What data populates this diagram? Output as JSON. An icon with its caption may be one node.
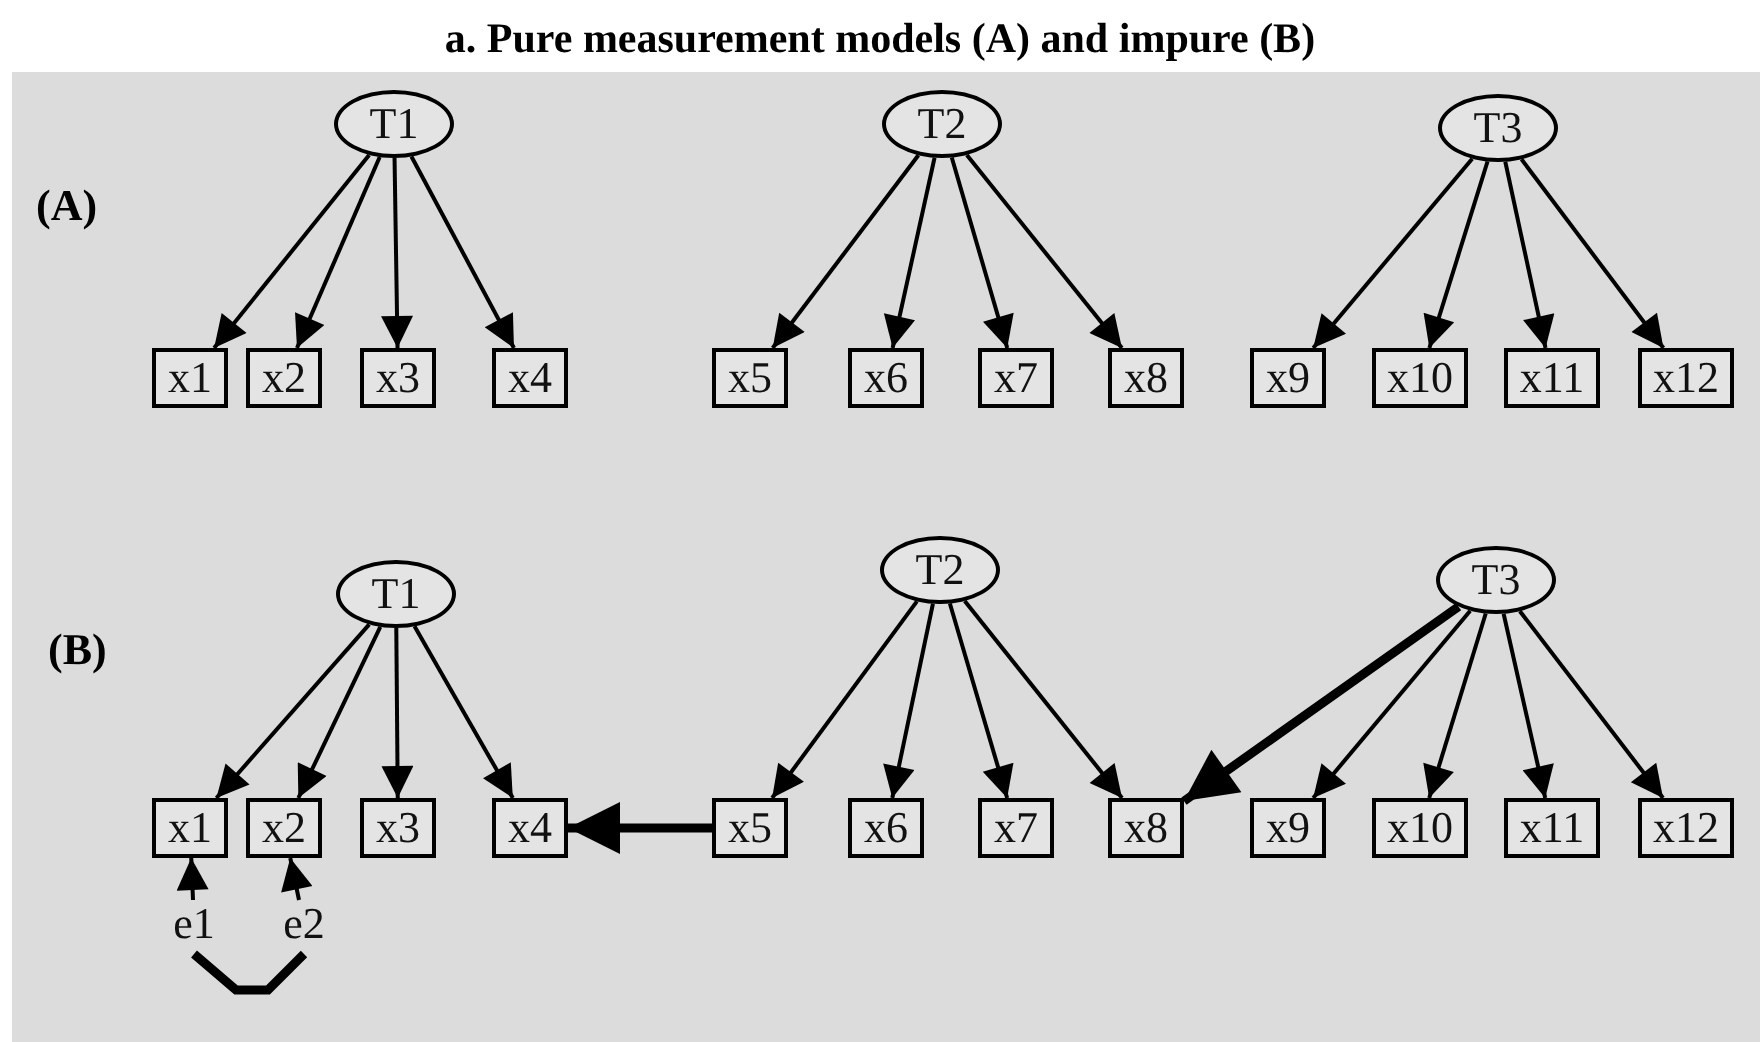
{
  "diagram": {
    "title": "a. Pure measurement models (A) and impure (B)",
    "nodes": [
      {
        "text": [
          "T1"
        ]
      },
      {
        "text": [
          "T2"
        ]
      },
      {
        "text": [
          "T3"
        ]
      },
      {
        "text": [
          "x1"
        ]
      },
      {
        "text": [
          "x2"
        ]
      },
      {
        "text": [
          "x3"
        ]
      },
      {
        "text": [
          "x4"
        ]
      },
      {
        "text": [
          "x5"
        ]
      },
      {
        "text": [
          "x6"
        ]
      },
      {
        "text": [
          "x7"
        ]
      },
      {
        "text": [
          "x8"
        ]
      },
      {
        "text": [
          "x9"
        ]
      },
      {
        "text": [
          "x10"
        ]
      },
      {
        "text": [
          "x11"
        ]
      },
      {
        "text": [
          "x12"
        ]
      },
      {
        "text": [
          "T1"
        ]
      },
      {
        "text": [
          "T2"
        ]
      },
      {
        "text": [
          "T3"
        ]
      },
      {
        "text": [
          "x1"
        ]
      },
      {
        "text": [
          "x2"
        ]
      },
      {
        "text": [
          "x3"
        ]
      },
      {
        "text": [
          "x4"
        ]
      },
      {
        "text": [
          "x5"
        ]
      },
      {
        "text": [
          "x6"
        ]
      },
      {
        "text": [
          "x7"
        ]
      },
      {
        "text": [
          "x8"
        ]
      },
      {
        "text": [
          "x9"
        ]
      },
      {
        "text": [
          "x10"
        ]
      },
      {
        "text": [
          "x11"
        ]
      },
      {
        "text": [
          "x12"
        ]
      },
      {
        "text": [
          "e1"
        ]
      },
      {
        "text": [
          "e2"
        ]
      }
    ],
    "edges": [
      {
        "from": 0,
        "to": 3,
        "arrow": "to"
      },
      {
        "from": 0,
        "to": 4,
        "arrow": "to"
      },
      {
        "from": 0,
        "to": 5,
        "arrow": "to"
      },
      {
        "from": 0,
        "to": 6,
        "arrow": "to"
      },
      {
        "from": 1,
        "to": 7,
        "arrow": "to"
      },
      {
        "from": 1,
        "to": 8,
        "arrow": "to"
      },
      {
        "from": 1,
        "to": 9,
        "arrow": "to"
      },
      {
        "from": 1,
        "to": 10,
        "arrow": "to"
      },
      {
        "from": 2,
        "to": 11,
        "arrow": "to"
      },
      {
        "from": 2,
        "to": 12,
        "arrow": "to"
      },
      {
        "from": 2,
        "to": 13,
        "arrow": "to"
      },
      {
        "from": 2,
        "to": 14,
        "arrow": "to"
      },
      {
        "from": 15,
        "to": 18,
        "arrow": "to"
      },
      {
        "from": 15,
        "to": 19,
        "arrow": "to"
      },
      {
        "from": 15,
        "to": 20,
        "arrow": "to"
      },
      {
        "from": 15,
        "to": 21,
        "arrow": "to"
      },
      {
        "from": 16,
        "to": 22,
        "arrow": "to"
      },
      {
        "from": 16,
        "to": 23,
        "arrow": "to"
      },
      {
        "from": 16,
        "to": 24,
        "arrow": "to"
      },
      {
        "from": 16,
        "to": 25,
        "arrow": "to"
      },
      {
        "from": 17,
        "to": 25,
        "arrow": "to",
        "style": "thick"
      },
      {
        "from": 17,
        "to": 26,
        "arrow": "to"
      },
      {
        "from": 17,
        "to": 27,
        "arrow": "to"
      },
      {
        "from": 17,
        "to": 28,
        "arrow": "to"
      },
      {
        "from": 17,
        "to": 29,
        "arrow": "to"
      },
      {
        "from": 22,
        "to": 21,
        "arrow": "to",
        "style": "thick"
      },
      {
        "from": 30,
        "to": 18,
        "arrow": "to"
      },
      {
        "from": 31,
        "to": 19,
        "arrow": "to"
      },
      {
        "from": 30,
        "to": 31,
        "arrow": "none",
        "style": "thick"
      }
    ],
    "labels": [
      "(A)",
      "(B)"
    ]
  }
}
